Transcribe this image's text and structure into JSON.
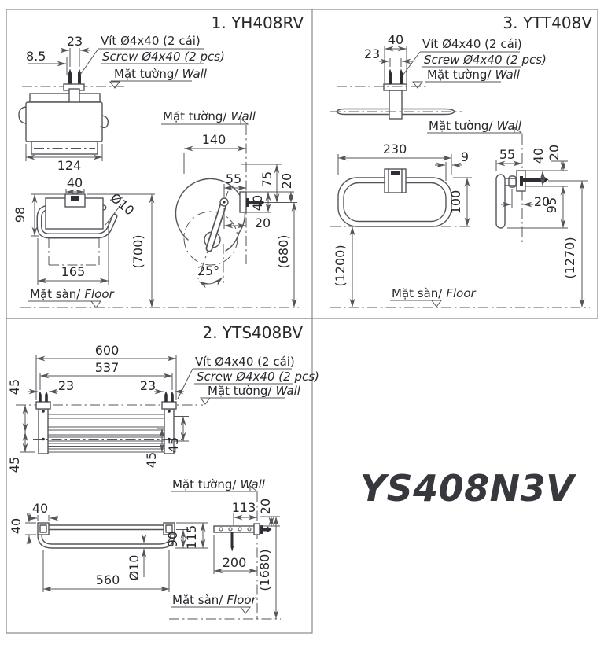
{
  "model_code": "YS408N3V",
  "panel1": {
    "title": "1. YH408RV",
    "screw_note": {
      "vi": "Vít Ø4x40 (2 cái)",
      "en": "Screw Ø4x40 (2 pcs)"
    },
    "wall_label": {
      "vi": "Mặt tường/",
      "en": "Wall"
    },
    "floor_label": {
      "vi": "Mặt sàn/",
      "en": "Floor"
    },
    "dims": {
      "d23": "23",
      "d8_5": "8.5",
      "d124": "124",
      "d40_bracket": "40",
      "d98": "98",
      "dia10": "Ø10",
      "d165": "165",
      "h700": "(700)",
      "d140": "140",
      "d55": "55",
      "d75": "75",
      "d20_top": "20",
      "d40_side": "40",
      "d20_offset": "20",
      "a25": "25°",
      "h680": "(680)"
    }
  },
  "panel3": {
    "title": "3. YTT408V",
    "screw_note": {
      "vi": "Vít Ø4x40 (2 cái)",
      "en": "Screw Ø4x40 (2 pcs)"
    },
    "wall_label": {
      "vi": "Mặt tường/",
      "en": "Wall"
    },
    "floor_label": {
      "vi": "Mặt sàn/",
      "en": "Floor"
    },
    "dims": {
      "d40": "40",
      "d23": "23",
      "d230": "230",
      "d9": "9",
      "d100": "100",
      "h1200": "(1200)",
      "d55": "55",
      "d40_side": "40",
      "d20_top": "20",
      "d20_offset": "20",
      "d95": "95",
      "h1270": "(1270)"
    }
  },
  "panel2": {
    "title": "2. YTS408BV",
    "screw_note": {
      "vi": "Vít Ø4x40 (2 cái)",
      "en": "Screw Ø4x40 (2 pcs)"
    },
    "wall_label": {
      "vi": "Mặt tường/",
      "en": "Wall"
    },
    "floor_label": {
      "vi": "Mặt sàn/",
      "en": "Floor"
    },
    "dims": {
      "d600": "600",
      "d537": "537",
      "d23_left": "23",
      "d23_right": "23",
      "d45_a": "45",
      "d45_b": "45",
      "d45_c": "45",
      "d45_d": "45",
      "d40_w": "40",
      "d40_h": "40",
      "d90": "90",
      "d115": "115",
      "dia10": "Ø10",
      "d560": "560",
      "d113": "113",
      "d20": "20",
      "d200": "200",
      "h1680": "(1680)"
    }
  }
}
